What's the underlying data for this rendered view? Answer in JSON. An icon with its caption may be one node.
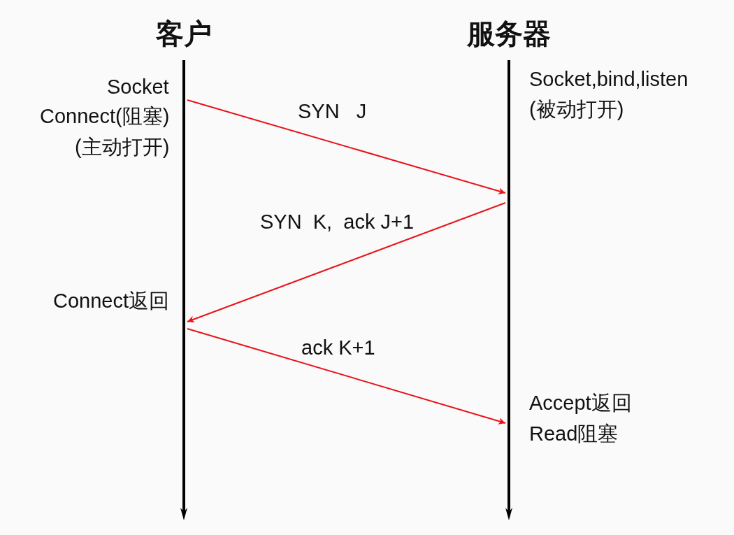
{
  "diagram": {
    "nodes": [
      {
        "text": [],
        "shape": "line",
        "beside": [
          "客户",
          "Socket",
          "Connect(阻塞)",
          "(主动打开)",
          "Connect返回"
        ]
      },
      {
        "text": [],
        "shape": "line",
        "beside": [
          "服务器",
          "Socket,bind,listen",
          "(被动打开)",
          "Accept返回",
          "Read阻塞"
        ]
      }
    ],
    "edges": [
      {
        "from": 0,
        "to": 1,
        "arrow": "to",
        "label": "SYN   J"
      },
      {
        "from": 1,
        "to": 0,
        "arrow": "to",
        "label": "SYN  K,  ack J+1"
      },
      {
        "from": 0,
        "to": 1,
        "arrow": "to",
        "label": "ack K+1"
      }
    ]
  }
}
